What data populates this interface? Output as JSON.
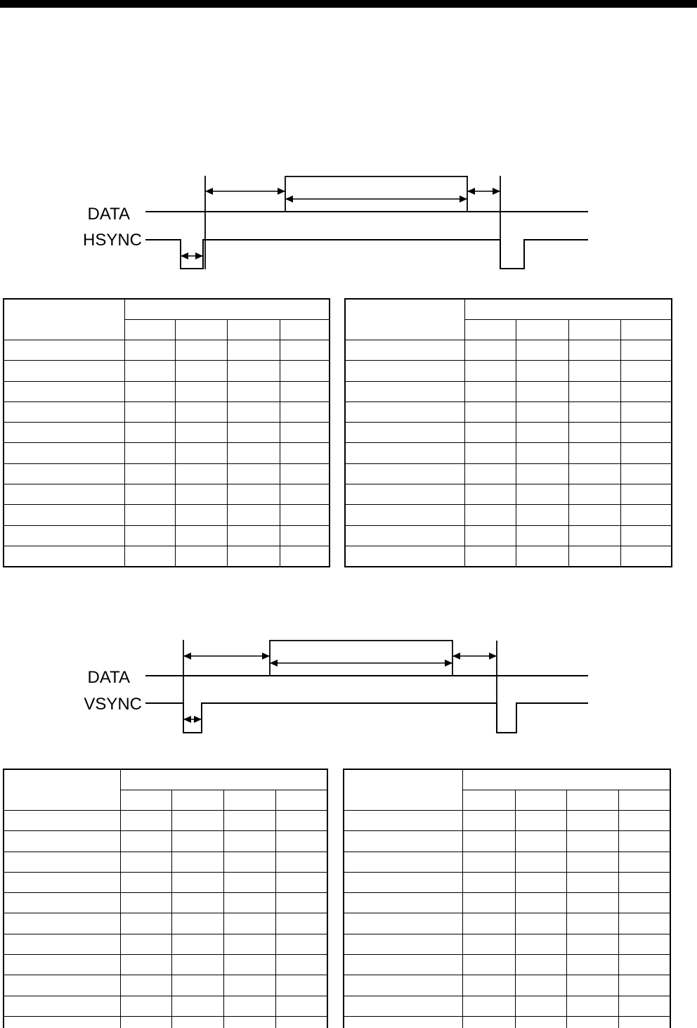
{
  "page": {
    "top_bar_color": "#000000",
    "background_color": "#ffffff",
    "line_color": "#000000"
  },
  "diagrams": {
    "hsync": {
      "data_label": "DATA",
      "sync_label": "HSYNC"
    },
    "vsync": {
      "data_label": "DATA",
      "sync_label": "VSYNC"
    }
  },
  "tables": {
    "upper_left": {
      "row_count": 11,
      "value_column_count": 4
    },
    "upper_right": {
      "row_count": 11,
      "value_column_count": 4
    },
    "lower_left": {
      "row_count": 11,
      "value_column_count": 4
    },
    "lower_right": {
      "row_count": 11,
      "value_column_count": 4
    }
  }
}
